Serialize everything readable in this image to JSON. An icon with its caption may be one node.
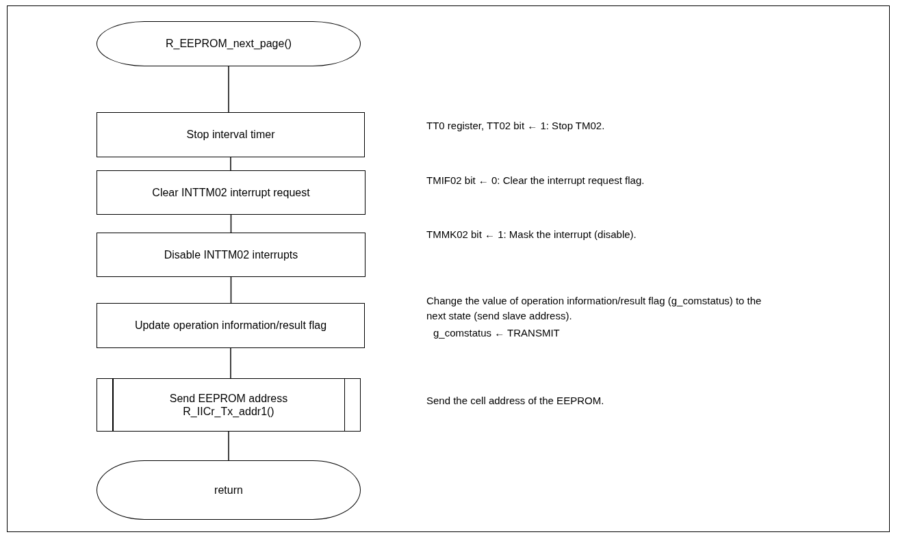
{
  "diagram": {
    "nodes": [
      {
        "text": [
          "R_EEPROM_next_page()"
        ]
      },
      {
        "text": [
          "Stop interval timer"
        ]
      },
      {
        "text": [
          "Clear INTTM02 interrupt request"
        ]
      },
      {
        "text": [
          "Disable INTTM02 interrupts"
        ]
      },
      {
        "text": [
          "Update operation information/result flag"
        ],
        "beside": [
          "Change the value of operation information/result flag (g_comstatus) to the next state (send slave address).",
          "g_comstatus ← TRANSMIT"
        ]
      },
      {
        "text": [
          "Send EEPROM address",
          "R_IICr_Tx_addr1()"
        ]
      },
      {
        "text": [
          "return"
        ]
      }
    ],
    "edges": [
      {
        "from": 0,
        "to": 1,
        "arrow": "none"
      },
      {
        "from": 1,
        "to": 2,
        "arrow": "none"
      },
      {
        "from": 2,
        "to": 3,
        "arrow": "none"
      },
      {
        "from": 3,
        "to": 4,
        "arrow": "none"
      },
      {
        "from": 4,
        "to": 5,
        "arrow": "none"
      },
      {
        "from": 5,
        "to": 6,
        "arrow": "none"
      }
    ],
    "labels": [
      "TT0 register, TT02 bit ← 1: Stop TM02.",
      "TMIF02 bit ← 0: Clear the interrupt request flag.",
      "TMMK02 bit ← 1: Mask the interrupt (disable).",
      "Send the cell address of the EEPROM."
    ]
  }
}
